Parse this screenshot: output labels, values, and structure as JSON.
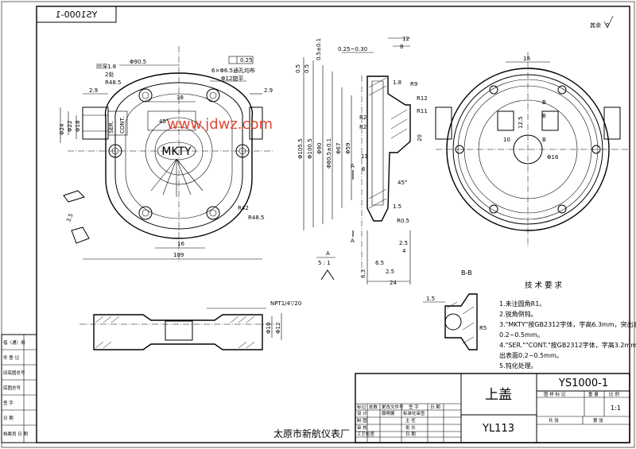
{
  "drawing_number": "YS1000-1",
  "drawing_number_mirrored": "YS1000-1",
  "part_name": "上盖",
  "product_code": "YL113",
  "company": "太原市新航仪表厂",
  "watermark": "www.jdwz.com",
  "roughness_note": "其余",
  "front_view": {
    "labels": {
      "fillet_note_1": "凹深1.8",
      "fillet_note_2": "2处",
      "r485_top": "R48.5",
      "phi905": "Φ90.5",
      "hole_note": "6×Φ6.5通孔均布",
      "counterbore": "Φ12锪平",
      "flatness": "0.25",
      "d29_left": "2.9",
      "d29_right": "2.9",
      "d38": "38",
      "ser_text": "SER.",
      "cont_text": "CONT.",
      "mkty": "MKTY",
      "phi24": "Φ24",
      "phi22": "Φ22",
      "phi18": "Φ18",
      "r42": "R42",
      "r485_bottom": "R48.5",
      "d16": "16",
      "d109": "109",
      "a45": "45°",
      "d35": "3.5"
    }
  },
  "side_view": {
    "labels": {
      "d12": "12",
      "d8": "8",
      "d025_030": "0.25~0.30",
      "d05a": "0.5",
      "d05b": "0.5",
      "d05c": "0.5±0.1",
      "d18": "1.8",
      "r9": "R9",
      "r12": "R12",
      "r11": "R11",
      "r2a": "R2",
      "r2b": "R2",
      "d20": "20",
      "phi1055": "Φ105.5",
      "phi1005": "Φ100.5",
      "phi90": "Φ90",
      "phi805": "Φ80.5±0.1",
      "phi67": "Φ67",
      "phi59": "Φ59",
      "d11": "11",
      "d6": "6",
      "a45": "45°",
      "d15": "1.5",
      "r05": "R0.5",
      "d25a": "2.5",
      "d4": "4",
      "d65": "6.5",
      "d25b": "2.5",
      "d24": "24",
      "sec_a_top": "A",
      "sec_a_bottom": "A",
      "detail_label": "A",
      "detail_scale": "5 : 1",
      "detail_dim": "6.3"
    }
  },
  "right_view": {
    "labels": {
      "d18": "18",
      "d125": "12.5",
      "d10": "10",
      "phi16": "Φ16",
      "b_top1": "B",
      "b_top2": "B",
      "b_bottom": "B"
    }
  },
  "bottom_section": {
    "labels": {
      "thread": "NPT1/4▽20",
      "phi10": "Φ10",
      "phi12": "Φ12"
    }
  },
  "section_bb": {
    "title": "B-B",
    "d15": "1.5",
    "r5": "R5"
  },
  "tech_requirements": {
    "title": "技 术 要 求",
    "items": [
      "1.未注圆角R1。",
      "2.锐角倒钝。",
      "3.\"MKTY\"按GB2312字体，字高6.3mm，突出表面",
      "  0.2~0.5mm。",
      "4.\"SER.\"\"CONT.\"按GB2312字体，字高3.2mm，突",
      "  出表面0.2~0.5mm。",
      "5.钝化处理。"
    ]
  },
  "left_strip": {
    "rows": [
      "借（通）用",
      "件 登 记",
      "旧底图总号",
      "底图总号",
      "签  字",
      "日  期",
      "档案员 日 期"
    ]
  },
  "title_block": {
    "sheet_label": "图 样 标 记",
    "weight_label": "重 量",
    "scale_label": "比 例",
    "scale_value": "1:1",
    "sheet_of": "共  张",
    "sheet_no": "第  张",
    "rev_headers": [
      "标记",
      "处数",
      "更改文件号",
      "签 字",
      "日 期"
    ],
    "roles": [
      {
        "role": "设 计",
        "name": "聂明健",
        "role2": "标准化审查"
      },
      {
        "role": "制 图",
        "name": "",
        "role2": "主 任"
      },
      {
        "role": "审 核",
        "name": "",
        "role2": "批 长"
      },
      {
        "role": "工艺检查",
        "name": "",
        "role2": "日 期"
      }
    ]
  }
}
